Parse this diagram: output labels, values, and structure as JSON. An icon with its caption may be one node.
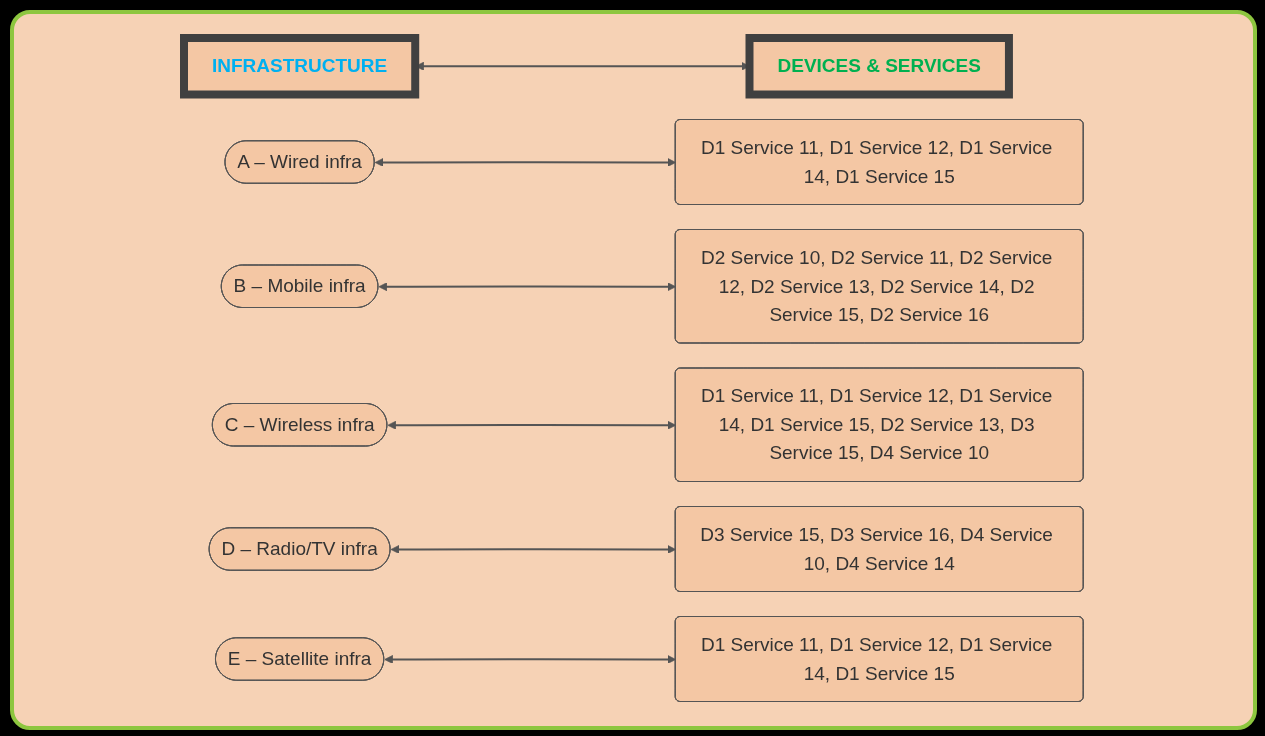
{
  "diagram": {
    "nodes": [
      {
        "text": [
          "INFRASTRUCTURE"
        ]
      },
      {
        "text": [
          "DEVICES & SERVICES"
        ]
      },
      {
        "text": [
          "A – Wired infra"
        ]
      },
      {
        "text": [
          "D1 Service 11, D1 Service 12, D1 Service 14, D1 Service 15"
        ]
      },
      {
        "text": [
          "B – Mobile infra"
        ]
      },
      {
        "text": [
          "D2 Service 10, D2 Service 11, D2 Service 12, D2 Service 13, D2 Service 14, D2 Service 15, D2 Service 16"
        ]
      },
      {
        "text": [
          "C – Wireless infra"
        ]
      },
      {
        "text": [
          "D1 Service 11, D1 Service 12, D1 Service 14, D1 Service 15, D2 Service 13, D3 Service 15, D4 Service 10"
        ]
      },
      {
        "text": [
          "D – Radio/TV infra"
        ]
      },
      {
        "text": [
          "D3 Service 15, D3 Service 16, D4 Service 10, D4 Service 14"
        ]
      },
      {
        "text": [
          "E – Satellite infra"
        ]
      },
      {
        "text": [
          "D1 Service 11, D1 Service 12, D1 Service 14, D1 Service 15"
        ]
      }
    ],
    "edges": [
      {
        "from": 0,
        "to": 1,
        "arrow": "both"
      },
      {
        "from": 2,
        "to": 3,
        "arrow": "both"
      },
      {
        "from": 4,
        "to": 5,
        "arrow": "both"
      },
      {
        "from": 6,
        "to": 7,
        "arrow": "both"
      },
      {
        "from": 8,
        "to": 9,
        "arrow": "both"
      },
      {
        "from": 10,
        "to": 11,
        "arrow": "both"
      }
    ]
  }
}
